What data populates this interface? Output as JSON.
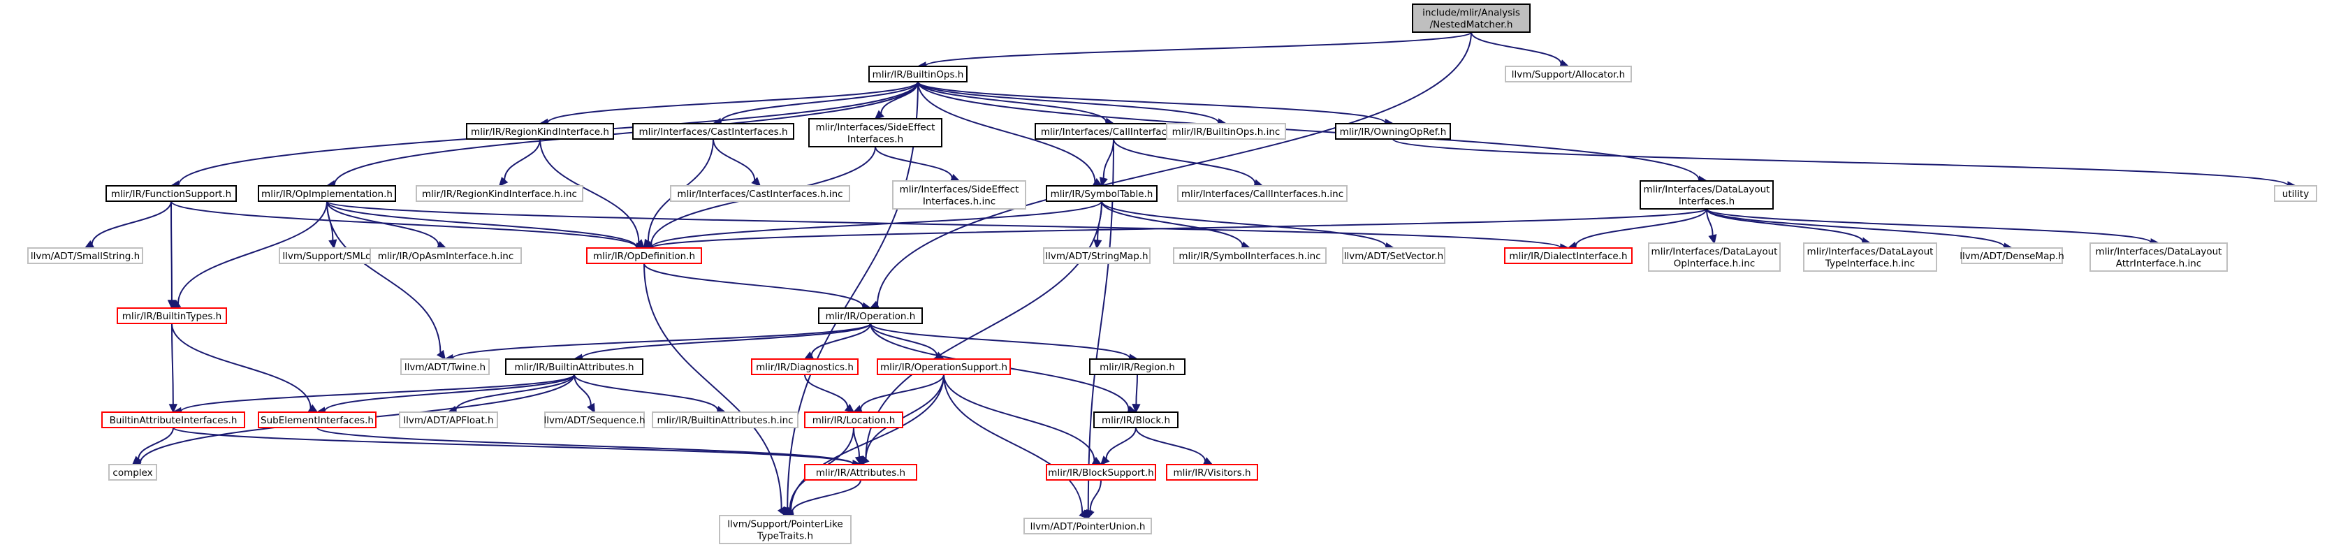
{
  "graph": {
    "title": "",
    "colors": {
      "edge": "#191970",
      "root_fill": "#bfbfbf",
      "root_border": "#000000",
      "normal_border": "#000000",
      "truncated_border": "#ff0000",
      "external_border": "#bfbfbf",
      "text": "#000000"
    },
    "nodes": [
      {
        "id": "root",
        "kind": "root",
        "lines": [
          "include/mlir/Analysis",
          "/NestedMatcher.h"
        ]
      },
      {
        "id": "builtinops",
        "kind": "normal",
        "lines": [
          "mlir/IR/BuiltinOps.h"
        ]
      },
      {
        "id": "allocator",
        "kind": "external",
        "lines": [
          "llvm/Support/Allocator.h"
        ]
      },
      {
        "id": "regionkindinterface",
        "kind": "normal",
        "lines": [
          "mlir/IR/RegionKindInterface.h"
        ]
      },
      {
        "id": "castinterfaces",
        "kind": "normal",
        "lines": [
          "mlir/Interfaces/CastInterfaces.h"
        ]
      },
      {
        "id": "sideeffect",
        "kind": "normal",
        "lines": [
          "mlir/Interfaces/SideEffect",
          "Interfaces.h"
        ]
      },
      {
        "id": "callinterfaces",
        "kind": "normal",
        "lines": [
          "mlir/Interfaces/CallInterfaces.h"
        ]
      },
      {
        "id": "builtinopsinc",
        "kind": "external",
        "lines": [
          "mlir/IR/BuiltinOps.h.inc"
        ]
      },
      {
        "id": "owningopref",
        "kind": "normal",
        "lines": [
          "mlir/IR/OwningOpRef.h"
        ]
      },
      {
        "id": "utility",
        "kind": "external",
        "lines": [
          "utility"
        ]
      },
      {
        "id": "functionsupport",
        "kind": "normal",
        "lines": [
          "mlir/IR/FunctionSupport.h"
        ]
      },
      {
        "id": "opimplementation",
        "kind": "normal",
        "lines": [
          "mlir/IR/OpImplementation.h"
        ]
      },
      {
        "id": "regionkindinc",
        "kind": "external",
        "lines": [
          "mlir/IR/RegionKindInterface.h.inc"
        ]
      },
      {
        "id": "castinc",
        "kind": "external",
        "lines": [
          "mlir/Interfaces/CastInterfaces.h.inc"
        ]
      },
      {
        "id": "sideeffectinc",
        "kind": "external",
        "lines": [
          "mlir/Interfaces/SideEffect",
          "Interfaces.h.inc"
        ]
      },
      {
        "id": "symboltable",
        "kind": "normal",
        "lines": [
          "mlir/IR/SymbolTable.h"
        ]
      },
      {
        "id": "callinc",
        "kind": "external",
        "lines": [
          "mlir/Interfaces/CallInterfaces.h.inc"
        ]
      },
      {
        "id": "datalayout",
        "kind": "normal",
        "lines": [
          "mlir/Interfaces/DataLayout",
          "Interfaces.h"
        ]
      },
      {
        "id": "smallstring",
        "kind": "external",
        "lines": [
          "llvm/ADT/SmallString.h"
        ]
      },
      {
        "id": "smloc",
        "kind": "external",
        "lines": [
          "llvm/Support/SMLoc.h"
        ]
      },
      {
        "id": "opasminc",
        "kind": "external",
        "lines": [
          "mlir/IR/OpAsmInterface.h.inc"
        ]
      },
      {
        "id": "opdefinition",
        "kind": "truncated",
        "lines": [
          "mlir/IR/OpDefinition.h"
        ]
      },
      {
        "id": "stringmap",
        "kind": "external",
        "lines": [
          "llvm/ADT/StringMap.h"
        ]
      },
      {
        "id": "symbolinc",
        "kind": "external",
        "lines": [
          "mlir/IR/SymbolInterfaces.h.inc"
        ]
      },
      {
        "id": "setvector",
        "kind": "external",
        "lines": [
          "llvm/ADT/SetVector.h"
        ]
      },
      {
        "id": "dialectinterface",
        "kind": "truncated",
        "lines": [
          "mlir/IR/DialectInterface.h"
        ]
      },
      {
        "id": "dlopinc",
        "kind": "external",
        "lines": [
          "mlir/Interfaces/DataLayout",
          "OpInterface.h.inc"
        ]
      },
      {
        "id": "dltypeinc",
        "kind": "external",
        "lines": [
          "mlir/Interfaces/DataLayout",
          "TypeInterface.h.inc"
        ]
      },
      {
        "id": "densemap",
        "kind": "external",
        "lines": [
          "llvm/ADT/DenseMap.h"
        ]
      },
      {
        "id": "dlattrinc",
        "kind": "external",
        "lines": [
          "mlir/Interfaces/DataLayout",
          "AttrInterface.h.inc"
        ]
      },
      {
        "id": "builtintypes",
        "kind": "truncated",
        "lines": [
          "mlir/IR/BuiltinTypes.h"
        ]
      },
      {
        "id": "operation",
        "kind": "normal",
        "lines": [
          "mlir/IR/Operation.h"
        ]
      },
      {
        "id": "twine",
        "kind": "external",
        "lines": [
          "llvm/ADT/Twine.h"
        ]
      },
      {
        "id": "builtinattributes",
        "kind": "normal",
        "lines": [
          "mlir/IR/BuiltinAttributes.h"
        ]
      },
      {
        "id": "diagnostics",
        "kind": "truncated",
        "lines": [
          "mlir/IR/Diagnostics.h"
        ]
      },
      {
        "id": "operationsupport",
        "kind": "truncated",
        "lines": [
          "mlir/IR/OperationSupport.h"
        ]
      },
      {
        "id": "region",
        "kind": "normal",
        "lines": [
          "mlir/IR/Region.h"
        ]
      },
      {
        "id": "builtinattrinterfaces",
        "kind": "truncated",
        "lines": [
          "BuiltinAttributeInterfaces.h"
        ]
      },
      {
        "id": "subelementinterfaces",
        "kind": "truncated",
        "lines": [
          "SubElementInterfaces.h"
        ]
      },
      {
        "id": "apfloat",
        "kind": "external",
        "lines": [
          "llvm/ADT/APFloat.h"
        ]
      },
      {
        "id": "sequence",
        "kind": "external",
        "lines": [
          "llvm/ADT/Sequence.h"
        ]
      },
      {
        "id": "builtinattrinc",
        "kind": "external",
        "lines": [
          "mlir/IR/BuiltinAttributes.h.inc"
        ]
      },
      {
        "id": "location",
        "kind": "truncated",
        "lines": [
          "mlir/IR/Location.h"
        ]
      },
      {
        "id": "block",
        "kind": "normal",
        "lines": [
          "mlir/IR/Block.h"
        ]
      },
      {
        "id": "complex",
        "kind": "external",
        "lines": [
          "complex"
        ]
      },
      {
        "id": "attributes",
        "kind": "truncated",
        "lines": [
          "mlir/IR/Attributes.h"
        ]
      },
      {
        "id": "blocksupport",
        "kind": "truncated",
        "lines": [
          "mlir/IR/BlockSupport.h"
        ]
      },
      {
        "id": "visitors",
        "kind": "truncated",
        "lines": [
          "mlir/IR/Visitors.h"
        ]
      },
      {
        "id": "pointerliketypetraits",
        "kind": "external",
        "lines": [
          "llvm/Support/PointerLike",
          "TypeTraits.h"
        ]
      },
      {
        "id": "pointerunion",
        "kind": "external",
        "lines": [
          "llvm/ADT/PointerUnion.h"
        ]
      }
    ],
    "edges": [
      [
        "root",
        "builtinops"
      ],
      [
        "root",
        "allocator"
      ],
      [
        "root",
        "operation"
      ],
      [
        "builtinops",
        "regionkindinterface"
      ],
      [
        "builtinops",
        "castinterfaces"
      ],
      [
        "builtinops",
        "sideeffect"
      ],
      [
        "builtinops",
        "callinterfaces"
      ],
      [
        "builtinops",
        "builtinopsinc"
      ],
      [
        "builtinops",
        "owningopref"
      ],
      [
        "builtinops",
        "functionsupport"
      ],
      [
        "builtinops",
        "opimplementation"
      ],
      [
        "builtinops",
        "symboltable"
      ],
      [
        "builtinops",
        "datalayout"
      ],
      [
        "builtinops",
        "pointerliketypetraits"
      ],
      [
        "regionkindinterface",
        "regionkindinc"
      ],
      [
        "regionkindinterface",
        "opdefinition"
      ],
      [
        "castinterfaces",
        "castinc"
      ],
      [
        "castinterfaces",
        "opdefinition"
      ],
      [
        "sideeffect",
        "sideeffectinc"
      ],
      [
        "sideeffect",
        "opdefinition"
      ],
      [
        "callinterfaces",
        "callinc"
      ],
      [
        "callinterfaces",
        "symboltable"
      ],
      [
        "callinterfaces",
        "pointerunion"
      ],
      [
        "owningopref",
        "utility"
      ],
      [
        "functionsupport",
        "smallstring"
      ],
      [
        "functionsupport",
        "builtintypes"
      ],
      [
        "functionsupport",
        "opdefinition"
      ],
      [
        "opimplementation",
        "smloc"
      ],
      [
        "opimplementation",
        "opasminc"
      ],
      [
        "opimplementation",
        "opdefinition"
      ],
      [
        "opimplementation",
        "builtintypes"
      ],
      [
        "opimplementation",
        "dialectinterface"
      ],
      [
        "opimplementation",
        "twine"
      ],
      [
        "symboltable",
        "opdefinition"
      ],
      [
        "symboltable",
        "stringmap"
      ],
      [
        "symboltable",
        "symbolinc"
      ],
      [
        "symboltable",
        "setvector"
      ],
      [
        "symboltable",
        "attributes"
      ],
      [
        "datalayout",
        "opdefinition"
      ],
      [
        "datalayout",
        "dialectinterface"
      ],
      [
        "datalayout",
        "dlopinc"
      ],
      [
        "datalayout",
        "dltypeinc"
      ],
      [
        "datalayout",
        "densemap"
      ],
      [
        "datalayout",
        "dlattrinc"
      ],
      [
        "opdefinition",
        "operation"
      ],
      [
        "opdefinition",
        "pointerliketypetraits"
      ],
      [
        "builtintypes",
        "builtinattrinterfaces"
      ],
      [
        "builtintypes",
        "subelementinterfaces"
      ],
      [
        "operation",
        "twine"
      ],
      [
        "operation",
        "builtinattributes"
      ],
      [
        "operation",
        "diagnostics"
      ],
      [
        "operation",
        "operationsupport"
      ],
      [
        "operation",
        "region"
      ],
      [
        "operation",
        "block"
      ],
      [
        "builtinattributes",
        "builtinattrinterfaces"
      ],
      [
        "builtinattributes",
        "subelementinterfaces"
      ],
      [
        "builtinattributes",
        "apfloat"
      ],
      [
        "builtinattributes",
        "sequence"
      ],
      [
        "builtinattributes",
        "builtinattrinc"
      ],
      [
        "builtinattributes",
        "complex"
      ],
      [
        "diagnostics",
        "location"
      ],
      [
        "operationsupport",
        "location"
      ],
      [
        "operationsupport",
        "attributes"
      ],
      [
        "operationsupport",
        "blocksupport"
      ],
      [
        "operationsupport",
        "pointerunion"
      ],
      [
        "operationsupport",
        "pointerliketypetraits"
      ],
      [
        "region",
        "block"
      ],
      [
        "builtinattrinterfaces",
        "complex"
      ],
      [
        "builtinattrinterfaces",
        "attributes"
      ],
      [
        "subelementinterfaces",
        "attributes"
      ],
      [
        "location",
        "attributes"
      ],
      [
        "location",
        "pointerliketypetraits"
      ],
      [
        "block",
        "blocksupport"
      ],
      [
        "block",
        "visitors"
      ],
      [
        "attributes",
        "pointerliketypetraits"
      ],
      [
        "blocksupport",
        "pointerunion"
      ]
    ]
  }
}
